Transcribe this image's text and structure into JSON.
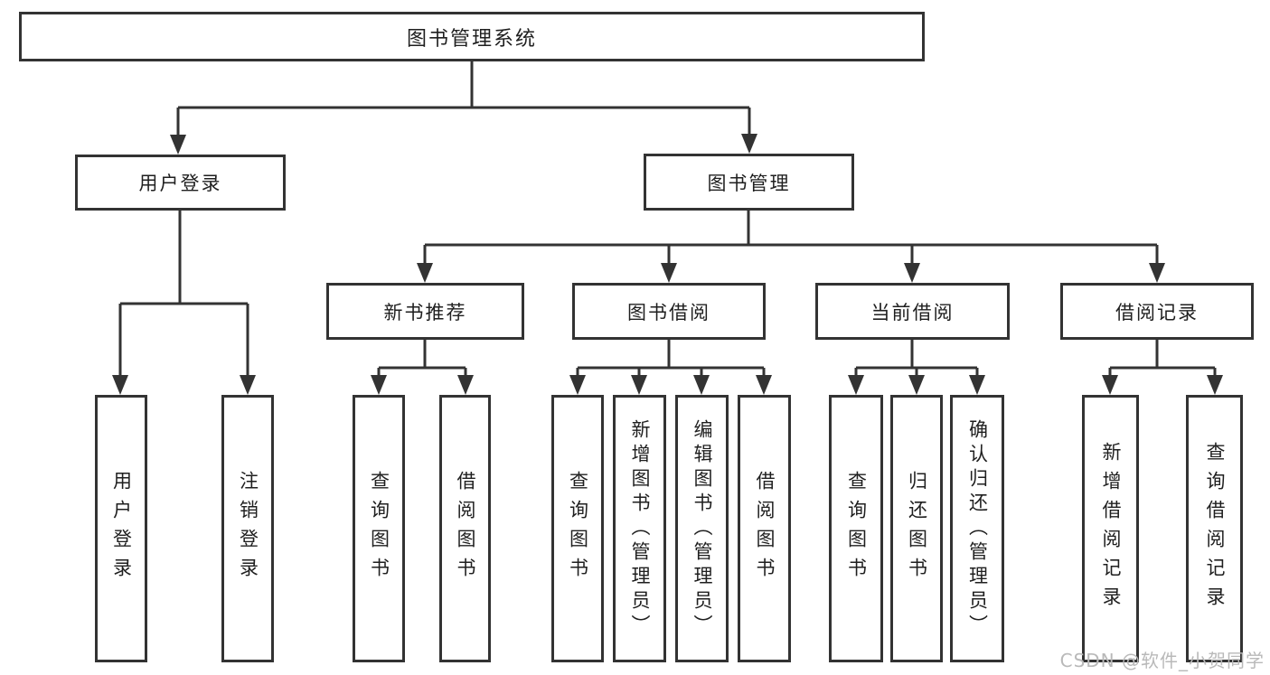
{
  "diagram": {
    "title": "图书管理系统",
    "type": "hierarchy-tree",
    "colors": {
      "line": "#333333",
      "node_border": "#333333",
      "node_fill": "#ffffff",
      "text": "#1f1f1f",
      "watermark": "#b9b9b9",
      "background": "#ffffff"
    }
  },
  "watermark": {
    "text": "CSDN @软件_小贺同学"
  },
  "nodes": {
    "root": {
      "label": "图书管理系统",
      "level": 1,
      "parent": null
    },
    "user_login": {
      "label": "用户登录",
      "level": 2,
      "parent": "root"
    },
    "book_mgmt": {
      "label": "图书管理",
      "level": 2,
      "parent": "root"
    },
    "new_book_rec": {
      "label": "新书推荐",
      "level": 3,
      "parent": "book_mgmt"
    },
    "book_borrow": {
      "label": "图书借阅",
      "level": 3,
      "parent": "book_mgmt"
    },
    "current_borrow": {
      "label": "当前借阅",
      "level": 3,
      "parent": "book_mgmt"
    },
    "borrow_records": {
      "label": "借阅记录",
      "level": 3,
      "parent": "book_mgmt"
    },
    "ul_login": {
      "label": "用户登录",
      "level": 4,
      "parent": "user_login"
    },
    "ul_logout": {
      "label": "注销登录",
      "level": 4,
      "parent": "user_login"
    },
    "nbr_query": {
      "label": "查询图书",
      "level": 4,
      "parent": "new_book_rec"
    },
    "nbr_borrow": {
      "label": "借阅图书",
      "level": 4,
      "parent": "new_book_rec"
    },
    "bb_query": {
      "label": "查询图书",
      "level": 4,
      "parent": "book_borrow"
    },
    "bb_add": {
      "label": "新增图书（管理员）",
      "level": 4,
      "parent": "book_borrow"
    },
    "bb_edit": {
      "label": "编辑图书（管理员）",
      "level": 4,
      "parent": "book_borrow"
    },
    "bb_borrow": {
      "label": "借阅图书",
      "level": 4,
      "parent": "book_borrow"
    },
    "cb_query": {
      "label": "查询图书",
      "level": 4,
      "parent": "current_borrow"
    },
    "cb_return": {
      "label": "归还图书",
      "level": 4,
      "parent": "current_borrow"
    },
    "cb_confirm": {
      "label": "确认归还（管理员）",
      "level": 4,
      "parent": "current_borrow"
    },
    "br_add": {
      "label": "新增借阅记录",
      "level": 4,
      "parent": "borrow_records"
    },
    "br_query": {
      "label": "查询借阅记录",
      "level": 4,
      "parent": "borrow_records"
    }
  }
}
